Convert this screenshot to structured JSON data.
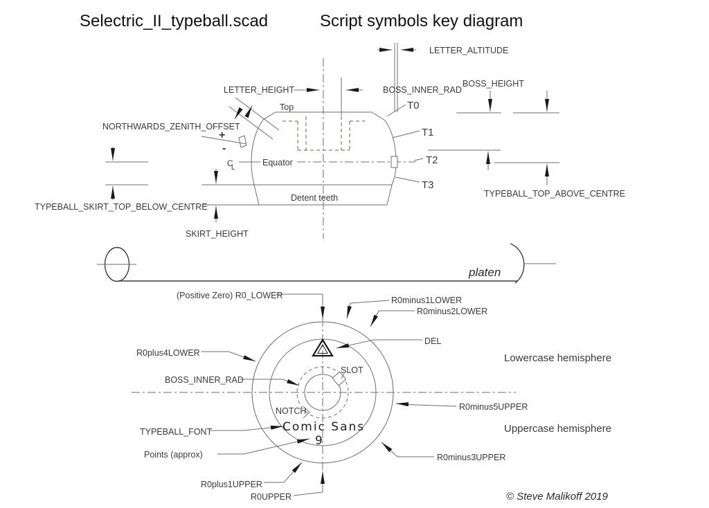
{
  "titles": {
    "left": "Selectric_II_typeball.scad",
    "right": "Script symbols key diagram"
  },
  "upper_diagram": {
    "letter_height": "LETTER_HEIGHT",
    "letter_altitude": "LETTER_ALTITUDE",
    "boss_inner_rad": "BOSS_INNER_RAD",
    "boss_height": "BOSS_HEIGHT",
    "northwards_zenith_offset": "NORTHWARDS_ZENITH_OFFSET",
    "plus": "+",
    "minus": "-",
    "centreline_c": "C",
    "centreline_l": "L",
    "top": "Top",
    "equator": "Equator",
    "detent_teeth": "Detent teeth",
    "t0": "T0",
    "t1": "T1",
    "t2": "T2",
    "t3": "T3",
    "typeball_top_above_centre": "TYPEBALL_TOP_ABOVE_CENTRE",
    "typeball_skirt_top_below_centre": "TYPEBALL_SKIRT_TOP_BELOW_CENTRE",
    "skirt_height": "SKIRT_HEIGHT"
  },
  "platen": {
    "label": "platen"
  },
  "lower_diagram": {
    "positive_zero_r0_lower": "(Positive Zero) R0_LOWER",
    "r0minus1lower": "R0minus1LOWER",
    "r0minus2lower": "R0minus2LOWER",
    "del": "DEL",
    "lowercase_hemisphere": "Lowercase hemisphere",
    "uppercase_hemisphere": "Uppercase hemisphere",
    "r0plus4lower": "R0plus4LOWER",
    "boss_inner_rad": "BOSS_INNER_RAD",
    "slot": "SLOT",
    "notch": "NOTCH",
    "font_name": "Comic Sans",
    "font_points": "9",
    "typeball_font": "TYPEBALL_FONT",
    "points_approx": "Points (approx)",
    "r0plus1upper": "R0plus1UPPER",
    "r0upper": "R0UPPER",
    "r0minus5upper": "R0minus5UPPER",
    "r0minus3upper": "R0minus3UPPER"
  },
  "footer": {
    "copyright": "© Steve Malikoff 2019"
  },
  "colors": {
    "background": "#ffffff",
    "drawing_line": "#6e6e6e",
    "hidden_dashed_line": "#6f5a4e",
    "label_text": "#3a3a3a",
    "arrowhead": "#1a1a1a",
    "title_text": "#111111"
  }
}
